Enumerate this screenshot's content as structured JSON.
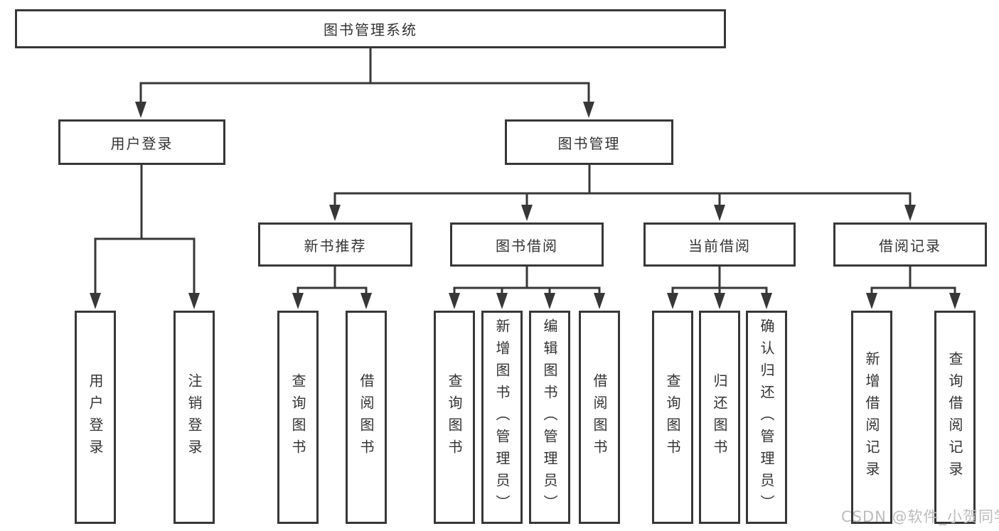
{
  "tree": {
    "root": {
      "label": "图书管理系统",
      "children": [
        {
          "label": "用户登录",
          "children": [
            {
              "label": "用户登录"
            },
            {
              "label": "注销登录"
            }
          ]
        },
        {
          "label": "图书管理",
          "children": [
            {
              "label": "新书推荐",
              "children": [
                {
                  "label": "查询图书"
                },
                {
                  "label": "借阅图书"
                }
              ]
            },
            {
              "label": "图书借阅",
              "children": [
                {
                  "label": "查询图书"
                },
                {
                  "label": "新增图书（管理员）"
                },
                {
                  "label": "编辑图书（管理员）"
                },
                {
                  "label": "借阅图书"
                }
              ]
            },
            {
              "label": "当前借阅",
              "children": [
                {
                  "label": "查询图书"
                },
                {
                  "label": "归还图书"
                },
                {
                  "label": "确认归还（管理员）"
                }
              ]
            },
            {
              "label": "借阅记录",
              "children": [
                {
                  "label": "新增借阅记录"
                },
                {
                  "label": "查询借阅记录"
                }
              ]
            }
          ]
        }
      ]
    }
  },
  "watermark": {
    "text": "CSDN @软件_小贺同学"
  },
  "colors": {
    "line": "#373737",
    "text": "#333333",
    "background": "#ffffff",
    "watermark": "#bcbcbc"
  }
}
